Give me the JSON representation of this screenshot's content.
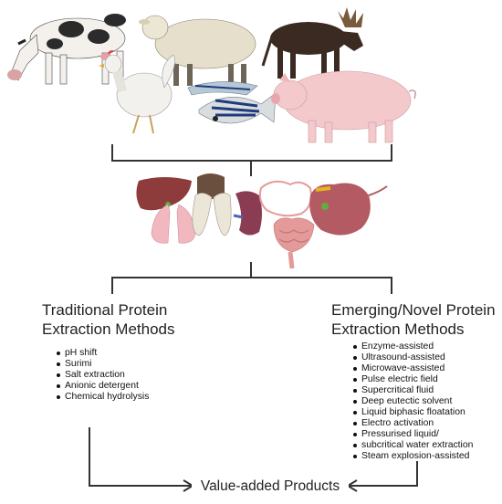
{
  "sources": {
    "animals": [
      "cow-icon",
      "sheep-icon",
      "moose-icon",
      "chicken-icon",
      "fish-icon",
      "pig-icon"
    ]
  },
  "organs": [
    "liver-icon",
    "lungs-icon",
    "thymus-icon",
    "kidney-icon",
    "intestine-icon",
    "stomach-icon"
  ],
  "traditional": {
    "title_line1": "Traditional Protein",
    "title_line2": "Extraction Methods",
    "methods": [
      "pH shift",
      "Surimi",
      "Salt extraction",
      "Anionic detergent",
      "Chemical hydrolysis"
    ]
  },
  "emerging": {
    "title_line1": "Emerging/Novel Protein",
    "title_line2": "Extraction Methods",
    "methods": [
      "Enzyme-assisted",
      "Ultrasound-assisted",
      "Microwave-assisted",
      "Pulse electric field",
      "Supercritical fluid",
      "Deep eutectic solvent",
      "Liquid biphasic floatation",
      "Electro activation",
      "Pressurised liquid/",
      "subcritical water extraction",
      "Steam explosion-assisted"
    ]
  },
  "output": {
    "label": "Value-added Products"
  },
  "colors": {
    "connector": "#333333",
    "liver": "#8e3b3b",
    "lungs": "#f1b8c0",
    "intestine": "#e59a9a",
    "stomach": "#b35a62"
  }
}
